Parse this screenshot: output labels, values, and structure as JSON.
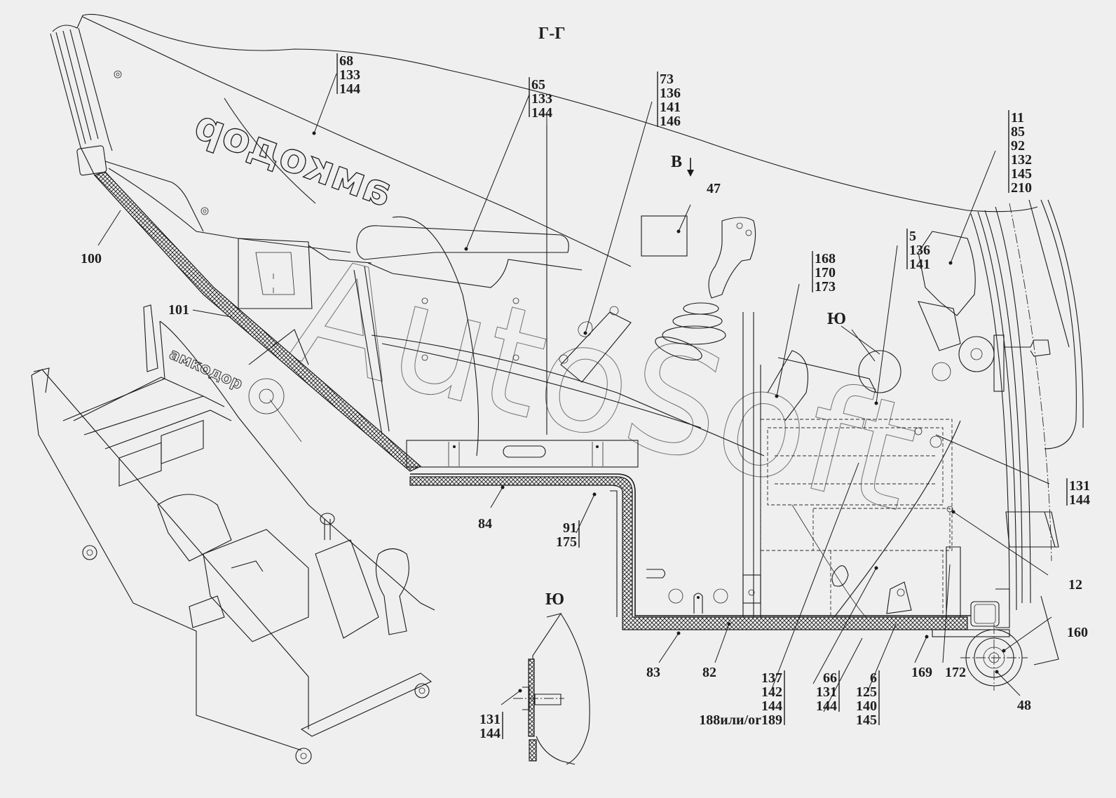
{
  "diagram": {
    "section_title": "Г-Г",
    "view_marker": "В",
    "detail_marker": "Ю",
    "detail_view_title": "Ю",
    "logo_text": "амкодор",
    "watermark": "AutoSoft",
    "callouts": {
      "c68": [
        "68",
        "133",
        "144"
      ],
      "c65": [
        "65",
        "133",
        "144"
      ],
      "c73": [
        "73",
        "136",
        "141",
        "146"
      ],
      "c11": [
        "11",
        "85",
        "92",
        "132",
        "145",
        "210"
      ],
      "c5": [
        "5",
        "136",
        "141"
      ],
      "c168": [
        "168",
        "170",
        "173"
      ],
      "c131r": [
        "131",
        "144"
      ],
      "c12": [
        "12"
      ],
      "c160": [
        "160"
      ],
      "c48": [
        "48"
      ],
      "c47": [
        "47"
      ],
      "c100": [
        "100"
      ],
      "c101": [
        "101"
      ],
      "c84": [
        "84"
      ],
      "c91": [
        "91",
        "175"
      ],
      "c83": [
        "83"
      ],
      "c82": [
        "82"
      ],
      "c137": [
        "137",
        "142",
        "144",
        "188или/or189"
      ],
      "c66": [
        "66",
        "131",
        "144"
      ],
      "c6": [
        "6",
        "125",
        "140",
        "145"
      ],
      "c169": [
        "169"
      ],
      "c172": [
        "172"
      ],
      "c131d": [
        "131",
        "144"
      ]
    }
  }
}
